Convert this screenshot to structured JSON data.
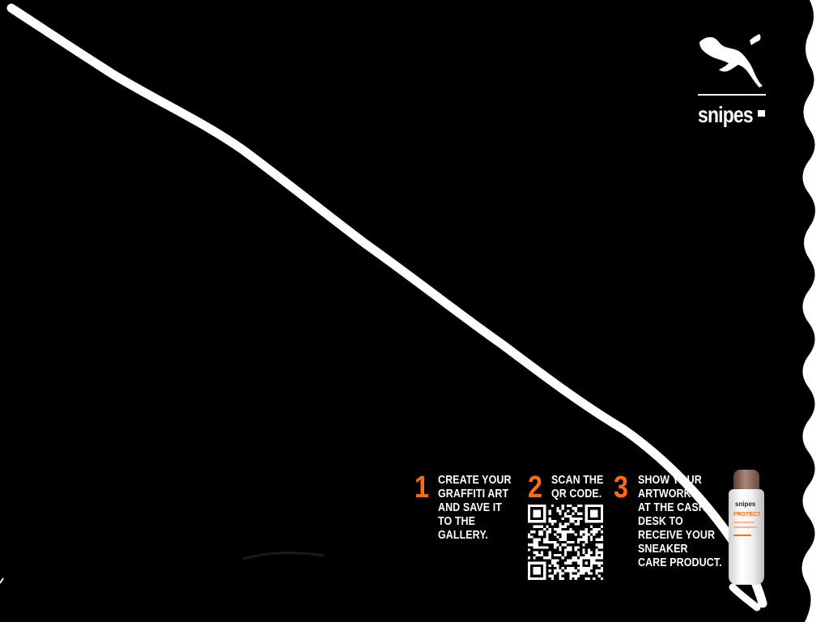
{
  "brand": {
    "wordmark": "snipes",
    "logo_icon": "puma-cat-icon"
  },
  "steps": [
    {
      "number": "1",
      "text": "CREATE YOUR\nGRAFFITI ART\nAND SAVE IT\nTO THE\nGALLERY."
    },
    {
      "number": "2",
      "text": "SCAN THE\nQR CODE."
    },
    {
      "number": "3",
      "text": "SHOW YOUR\nARTWORK\nAT THE CASH\nDESK TO\nRECEIVE YOUR\nSNEAKER\nCARE PRODUCT."
    }
  ],
  "product": {
    "brand": "snipes",
    "name": "PROTECT",
    "icon": "spray-can-icon"
  },
  "colors": {
    "canvas": "#000000",
    "stroke": "#ffffff",
    "accent": "#ff6a13"
  }
}
